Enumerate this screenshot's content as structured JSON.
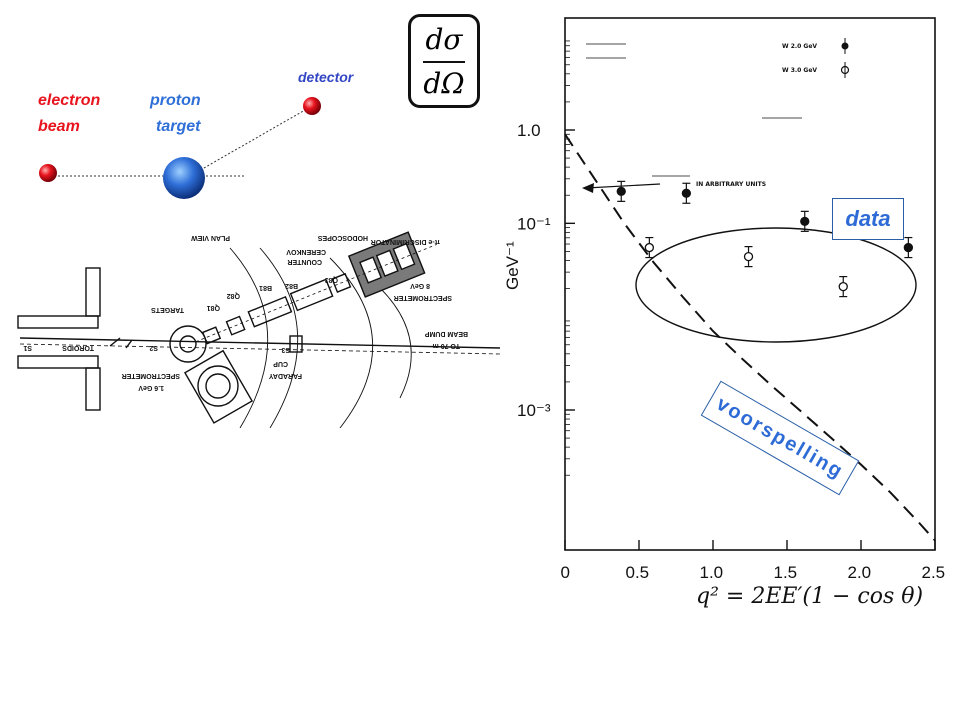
{
  "scatter_diagram": {
    "electron_label": "electron",
    "beam_label": "beam",
    "proton_label": "proton",
    "target_label": "target",
    "detector_label": "detector",
    "colors": {
      "electron": "#e8141e",
      "proton": "#2f6fd8",
      "detector_label": "#3346c4",
      "labels": "#e8141e"
    }
  },
  "formula_box": {
    "numerator": "dσ",
    "denominator": "dΩ"
  },
  "apparatus_sketch": {
    "labels": [
      "PLAN VIEW",
      "HODOSCOPES",
      "π-e DISCRIMINATOR",
      "CERENKOV",
      "COUNTER",
      "8 GeV",
      "SPECTROMETER",
      "TARGETS",
      "Q81",
      "Q82",
      "B81",
      "B82",
      "Q83",
      "BEAM DUMP",
      "TO 70 m",
      "S1",
      "TOROIDS",
      "S2",
      "S3",
      "SPECTROMETER",
      "1.6 GeV",
      "FARADAY",
      "CUP"
    ]
  },
  "plot": {
    "y_axis_label": "GeV⁻¹",
    "y_ticks": [
      "1.0",
      "10⁻¹",
      "10⁻³"
    ],
    "x_ticks": [
      "0",
      "0.5",
      "1.0",
      "1.5",
      "2.0",
      "2.5"
    ],
    "x_formula": "q² = 2EE′(1 − cos θ)",
    "data_label": "data",
    "prediction_label": "voorspelling",
    "legend_w1": "W   2.0 GeV",
    "legend_w2": "W   3.0 GeV",
    "arrow_note": "IN ARBITRARY UNITS",
    "accent_color": "#2e6bd6"
  },
  "chart_data": {
    "type": "scatter",
    "xlim": [
      0,
      2.5
    ],
    "ylim_log10": [
      -4.5,
      1.2
    ],
    "xlabel": "q² = 2EE′(1 − cos θ)",
    "ylabel": "GeV⁻¹",
    "series": [
      {
        "name": "W 2.0 GeV",
        "marker": "filled",
        "x": [
          0.38,
          0.82,
          1.62,
          2.32
        ],
        "y": [
          0.22,
          0.21,
          0.105,
          0.055
        ]
      },
      {
        "name": "W 3.0 GeV",
        "marker": "open",
        "x": [
          0.57,
          1.24,
          1.88
        ],
        "y": [
          0.055,
          0.044,
          0.021
        ]
      }
    ],
    "prediction_curve": {
      "x": [
        0.0,
        0.2,
        0.4,
        0.6,
        0.8,
        1.0,
        1.2,
        1.4,
        1.6,
        1.8,
        2.0,
        2.2,
        2.4,
        2.5
      ],
      "y": [
        0.9,
        0.3,
        0.1,
        0.038,
        0.016,
        0.007,
        0.0035,
        0.0018,
        0.00095,
        0.0005,
        0.00026,
        0.00013,
        6e-05,
        4e-05
      ]
    }
  }
}
